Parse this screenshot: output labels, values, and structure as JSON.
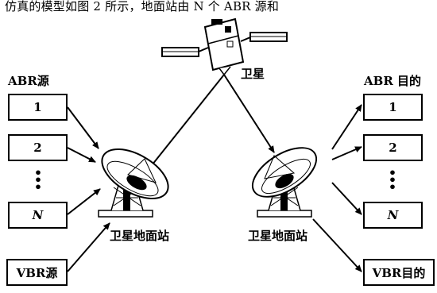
{
  "caption": "仿真的模型如图 2 所示，地面站由 N 个 ABR 源和",
  "satellite_label": "卫星",
  "left_group": {
    "title": "ABR源",
    "items": [
      "1",
      "2",
      "N"
    ],
    "vbr": "VBR源"
  },
  "right_group": {
    "title": "ABR 目的",
    "items": [
      "1",
      "2",
      "N"
    ],
    "vbr": "VBR目的"
  },
  "stations": {
    "left_label": "卫星地面站",
    "right_label": "卫星地面站"
  }
}
